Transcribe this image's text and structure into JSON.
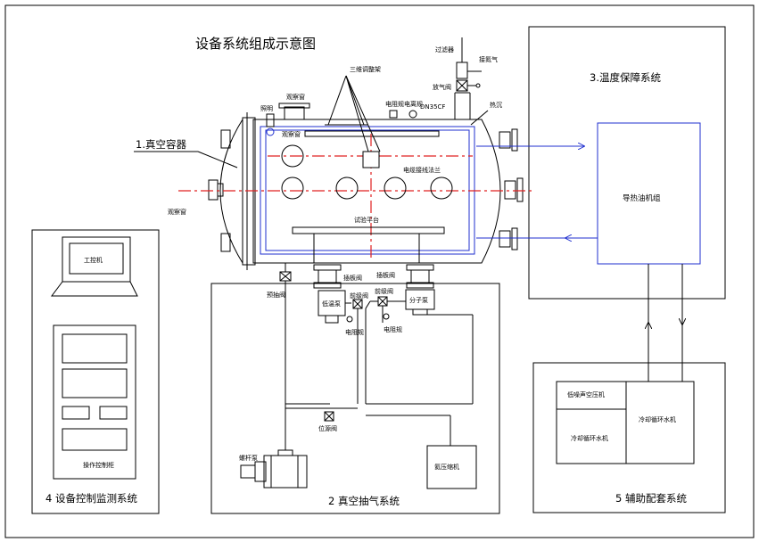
{
  "title": "设备系统组成示意图",
  "systems": {
    "vacuum_vessel": "1.真空容器",
    "pumping": "2 真空抽气系统",
    "temperature": "3.温度保障系统",
    "control": "4 设备控制监测系统",
    "auxiliary": "5 辅助配套系统"
  },
  "labels": {
    "filter": "过滤器",
    "nitrogen": "接氮气",
    "vent_valve": "放气阀",
    "tripod": "三维调整架",
    "lighting": "照明",
    "window_top": "观察窗",
    "window_side": "观察窗",
    "window_left": "观察窗",
    "resistance_gauge": "电阻规",
    "ionization_gauge": "电离规",
    "dn_flange": "DN35CF",
    "heat_sink": "热沉",
    "cable_flange": "电缆接线法兰",
    "test_platform": "试验平台",
    "oil_unit": "导热油机组",
    "prepump_valve": "预抽阀",
    "gate_valve_1": "插板阀",
    "gate_valve_2": "插板阀",
    "low_temp_pump": "低温泵",
    "fore_valve_1": "前级阀",
    "fore_valve_2": "前级阀",
    "molecular_pump": "分子泵",
    "gauge_left": "电阻规",
    "gauge_right": "电阻规",
    "relief_valve": "位源阀",
    "screw_pump": "螺杆泵",
    "compressor": "氦压缩机",
    "ipc": "工控机",
    "control_cabinet": "操作控制柜",
    "air_compressor": "低噪声空压机",
    "cooling_water_1": "冷却循环水机",
    "cooling_water_2": "冷却循环水机"
  },
  "colors": {
    "ink": "#000000",
    "heat_loop": "#1f2fcf",
    "axis_lines": "#e02020"
  }
}
